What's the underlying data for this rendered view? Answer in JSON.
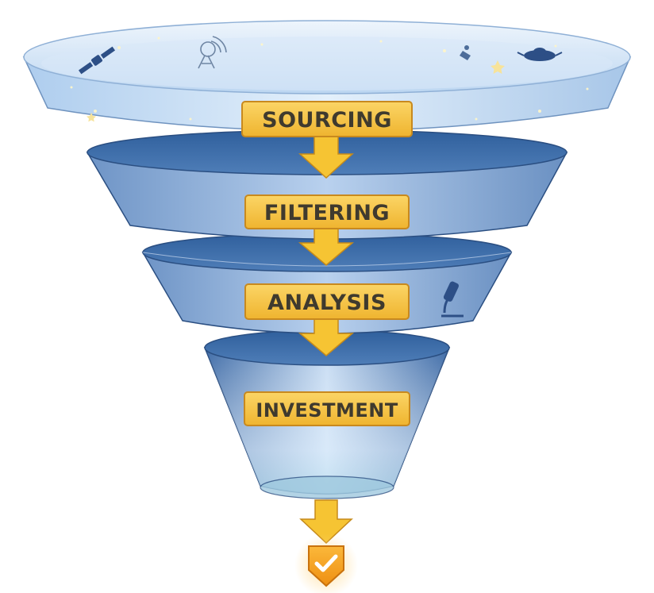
{
  "funnel": {
    "stages": [
      {
        "label": "SOURCING"
      },
      {
        "label": "FILTERING"
      },
      {
        "label": "ANALYSIS"
      },
      {
        "label": "INVESTMENT"
      }
    ]
  },
  "icons": {
    "sourcing_decor": [
      "satellite-icon",
      "radar-dish-icon",
      "rocket-icon",
      "spaceship-icon",
      "star-icon"
    ],
    "analysis_decor": [
      "microscope-icon"
    ],
    "final": "checkmark-badge-icon"
  },
  "colors": {
    "label_fill": "#f4c24a",
    "label_border": "#c8891e",
    "arrow_fill": "#f6c433",
    "funnel_blue_light": "#cfe2f7",
    "funnel_blue_dark": "#2e5f9c",
    "badge_orange": "#f3a21c"
  }
}
